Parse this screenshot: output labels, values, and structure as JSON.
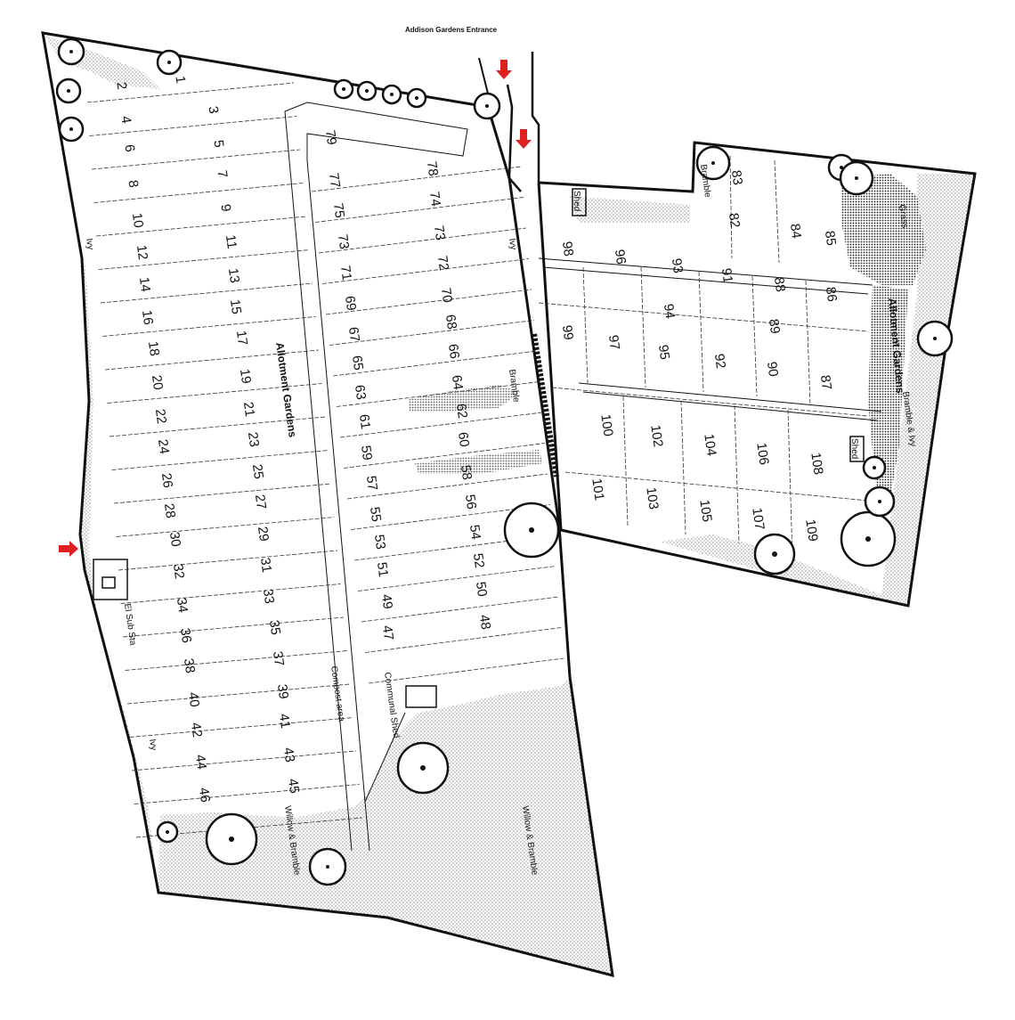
{
  "title": "Addison Gardens Entrance",
  "labels": {
    "allotment_gardens_left": "Allotment Gardens",
    "allotment_gardens_right": "Allotment Gardens",
    "el_sub_sta": "El Sub Sta",
    "compost_area": "Compost area",
    "communal_shed": "Communal Shed",
    "shed_top": "Shed",
    "shed_right": "Shed",
    "bramble_top": "Bramble",
    "bramble_mid": "Bramble",
    "grass": "Grass",
    "bramble_ivy": "Bramble & Ivy",
    "willow_bramble_left": "Willow & Bramble",
    "willow_bramble_right": "Willow & Bramble",
    "ivy_1": "Ivy",
    "ivy_2": "Ivy",
    "ivy_3": "Ivy"
  },
  "plots": [
    "1",
    "2",
    "3",
    "4",
    "5",
    "6",
    "7",
    "8",
    "9",
    "10",
    "11",
    "12",
    "13",
    "14",
    "15",
    "16",
    "17",
    "18",
    "19",
    "20",
    "21",
    "22",
    "23",
    "24",
    "25",
    "26",
    "27",
    "28",
    "29",
    "30",
    "31",
    "32",
    "33",
    "34",
    "35",
    "36",
    "37",
    "38",
    "39",
    "40",
    "41",
    "42",
    "43",
    "44",
    "45",
    "46",
    "47",
    "48",
    "49",
    "50",
    "51",
    "52",
    "53",
    "54",
    "55",
    "56",
    "57",
    "58",
    "59",
    "60",
    "61",
    "62",
    "63",
    "64",
    "65",
    "66",
    "67",
    "68",
    "69",
    "70",
    "71",
    "72",
    "73",
    "73",
    "75",
    "74",
    "77",
    "78",
    "79",
    "98",
    "96",
    "93",
    "91",
    "88",
    "86",
    "99",
    "97",
    "94",
    "95",
    "92",
    "89",
    "90",
    "87",
    "83",
    "82",
    "84",
    "85",
    "100",
    "102",
    "104",
    "106",
    "108",
    "101",
    "103",
    "105",
    "107",
    "109"
  ],
  "colors": {
    "arrow": "#e02020",
    "line": "#111111"
  }
}
